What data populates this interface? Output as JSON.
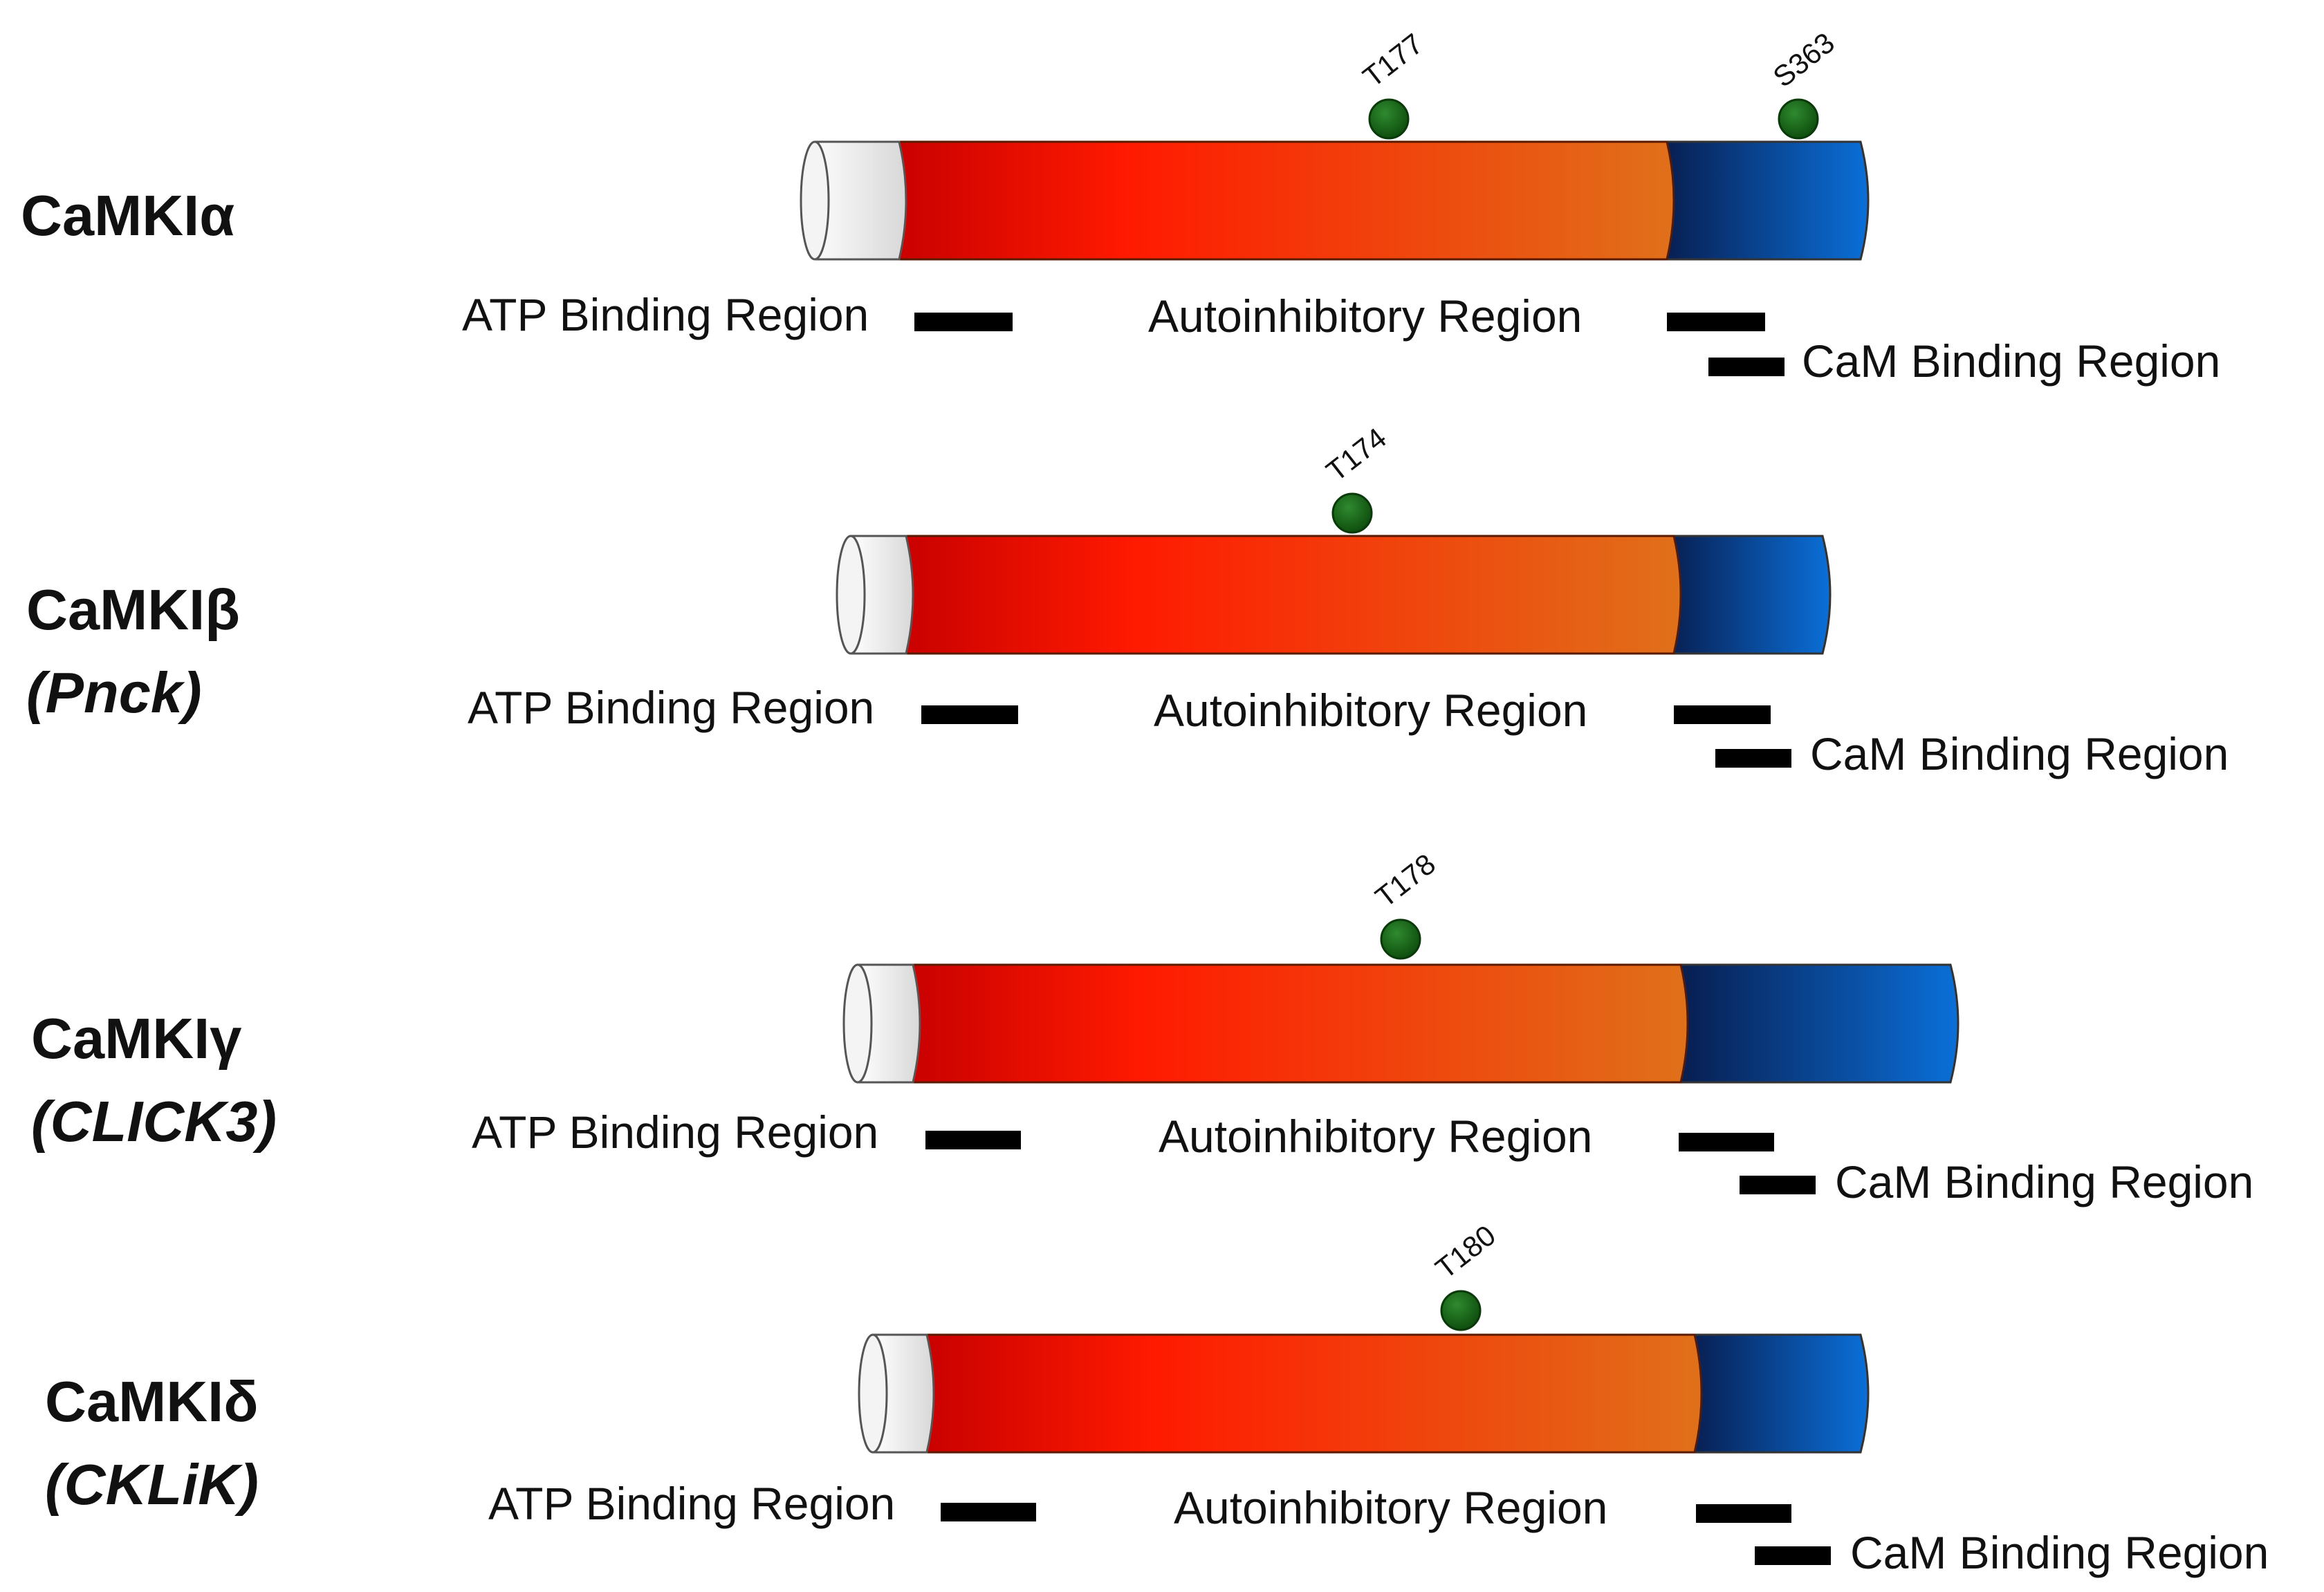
{
  "isoforms": [
    {
      "name": "CaMKIα",
      "alias": "",
      "sites": [
        "T177",
        "S363"
      ],
      "labels": {
        "atp": "ATP Binding Region",
        "auto": "Autoinhibitory Region",
        "cam": "CaM Binding Region"
      }
    },
    {
      "name": "CaMKIβ",
      "alias": "(Pnck)",
      "sites": [
        "T174"
      ],
      "labels": {
        "atp": "ATP Binding Region",
        "auto": "Autoinhibitory Region",
        "cam": "CaM Binding Region"
      }
    },
    {
      "name": "CaMKIγ",
      "alias": "(CLICK3)",
      "sites": [
        "T178"
      ],
      "labels": {
        "atp": "ATP Binding Region",
        "auto": "Autoinhibitory Region",
        "cam": "CaM Binding Region"
      }
    },
    {
      "name": "CaMKIδ",
      "alias": "(CKLiK)",
      "sites": [
        "T180"
      ],
      "labels": {
        "atp": "ATP Binding Region",
        "auto": "Autoinhibitory Region",
        "cam": "CaM Binding Region"
      }
    }
  ],
  "colors": {
    "kinase_start": "#c80000",
    "kinase_mid": "#ff1a00",
    "kinase_end": "#e0701a",
    "regulatory_start": "#081a4a",
    "regulatory_end": "#0a6fd8",
    "cap": "#e6e6e6",
    "site": "#1c6a1c",
    "bar": "#000000"
  }
}
